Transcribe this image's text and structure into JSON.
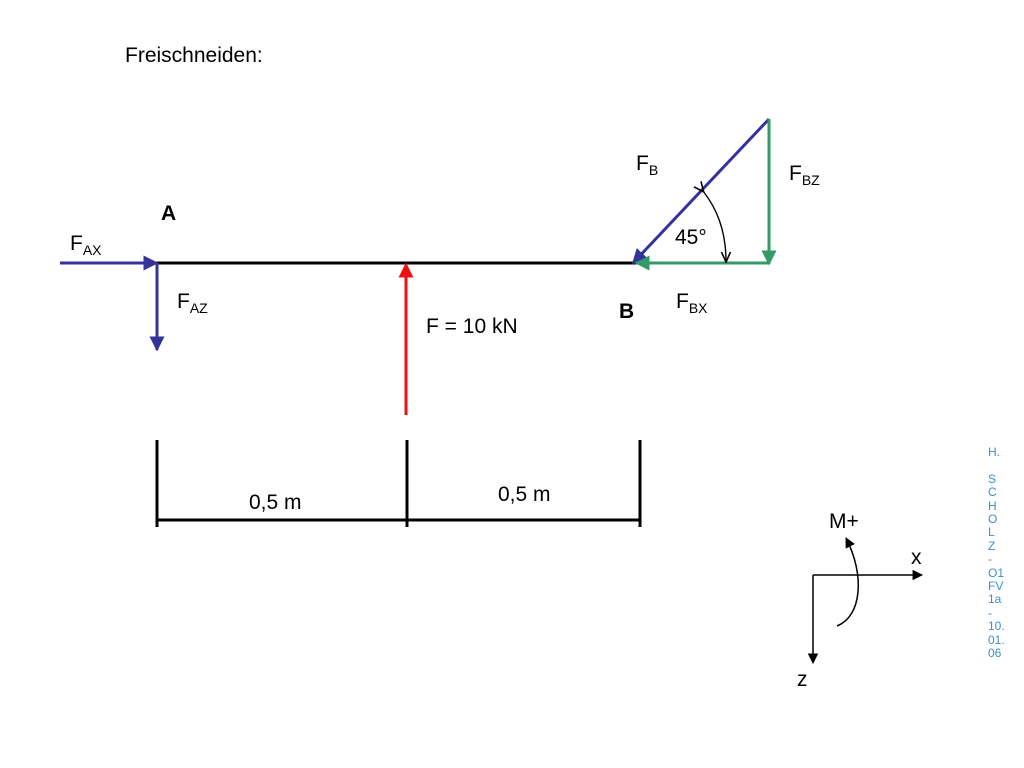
{
  "title": "Freischneiden:",
  "points": {
    "a": "A",
    "b": "B"
  },
  "forces": {
    "fax": {
      "main": "F",
      "sub": "AX"
    },
    "faz": {
      "main": "F",
      "sub": "AZ"
    },
    "fb": {
      "main": "F",
      "sub": "B"
    },
    "fbz": {
      "main": "F",
      "sub": "BZ"
    },
    "fbx": {
      "main": "F",
      "sub": "BX"
    },
    "f": "F =  10 kN"
  },
  "angle": "45°",
  "dimensions": {
    "left": "0,5 m",
    "right": "0,5 m"
  },
  "coords": {
    "moment": "M+",
    "x": "x",
    "z": "z"
  },
  "colors": {
    "blue": "#333399",
    "red": "#ee1111",
    "green": "#339966",
    "side_text": "#3a8fd0"
  },
  "side_label": [
    "H.",
    "",
    "S",
    "C",
    "H",
    "O",
    "L",
    "Z",
    "-",
    "O1",
    "FV",
    "1a",
    "-",
    "10.",
    "01.",
    "06"
  ]
}
